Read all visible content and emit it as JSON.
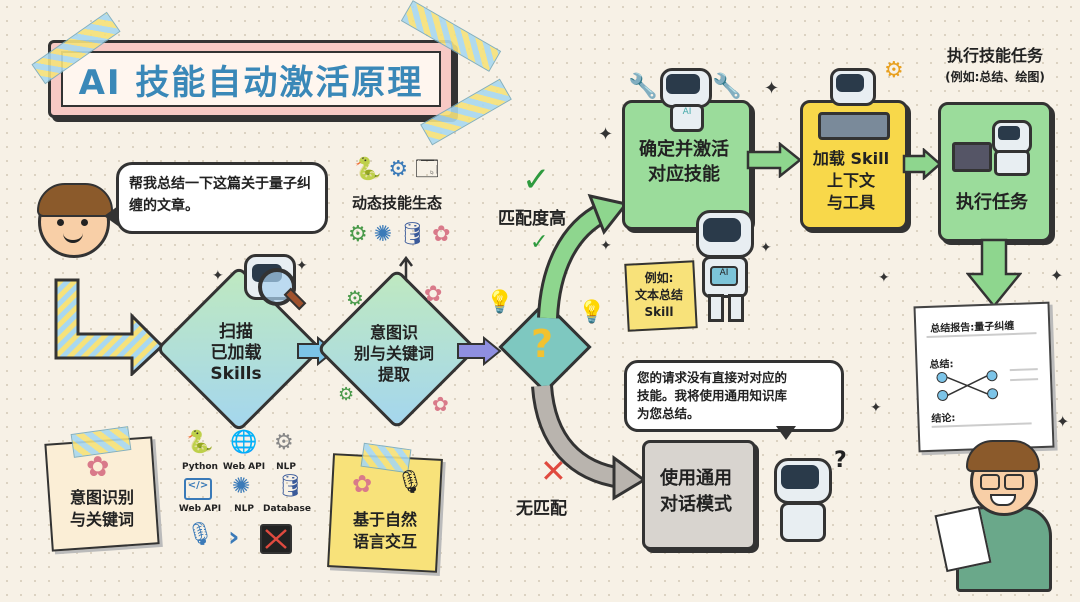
{
  "title": "AI 技能自动激活原理",
  "user_request": "帮我总结一下这篇关于量子纠缠的文章。",
  "ecosystem_label": "动态技能生态",
  "step_scan": {
    "line1": "扫描",
    "line2": "已加载",
    "line3": "Skills"
  },
  "step_intent": {
    "line1": "意图识",
    "line2": "别与关键词",
    "line3": "提取"
  },
  "decision_symbol": "?",
  "high_match": "匹配度高",
  "no_match": "无匹配",
  "activate": {
    "line1": "确定并激活",
    "line2": "对应技能"
  },
  "example_note": {
    "line1": "例如:",
    "line2": "文本总结",
    "line3": "Skill"
  },
  "load_skill": {
    "line1": "加载 Skill",
    "line2": "上下文",
    "line3": "与工具"
  },
  "execute_header": {
    "line1": "执行技能任务",
    "line2": "(例如:总结、绘图)"
  },
  "execute_task": "执行任务",
  "fallback_message": {
    "line1": "您的请求没有直接对对应的",
    "line2": "技能。我将使用通用知识库",
    "line3": "为您总结。"
  },
  "general_mode": {
    "line1": "使用通用",
    "line2": "对话模式"
  },
  "report": {
    "title": "总结报告:量子纠缠",
    "summary_label": "总结:",
    "conclusion_label": "结论:"
  },
  "note_intent": {
    "line1": "意图识别",
    "line2": "与关键词"
  },
  "note_natural": {
    "line1": "基于自然",
    "line2": "语言交互"
  },
  "skill_icons": [
    "Python",
    "Web API",
    "NLP",
    "Web API",
    "NLP",
    "Database"
  ],
  "colors": {
    "green": "#9bdc9b",
    "blue": "#9fd4ee",
    "yellow": "#f8d84a",
    "gray": "#d8d4cf",
    "pink": "#f3c1c1",
    "red": "#e04a3f"
  }
}
